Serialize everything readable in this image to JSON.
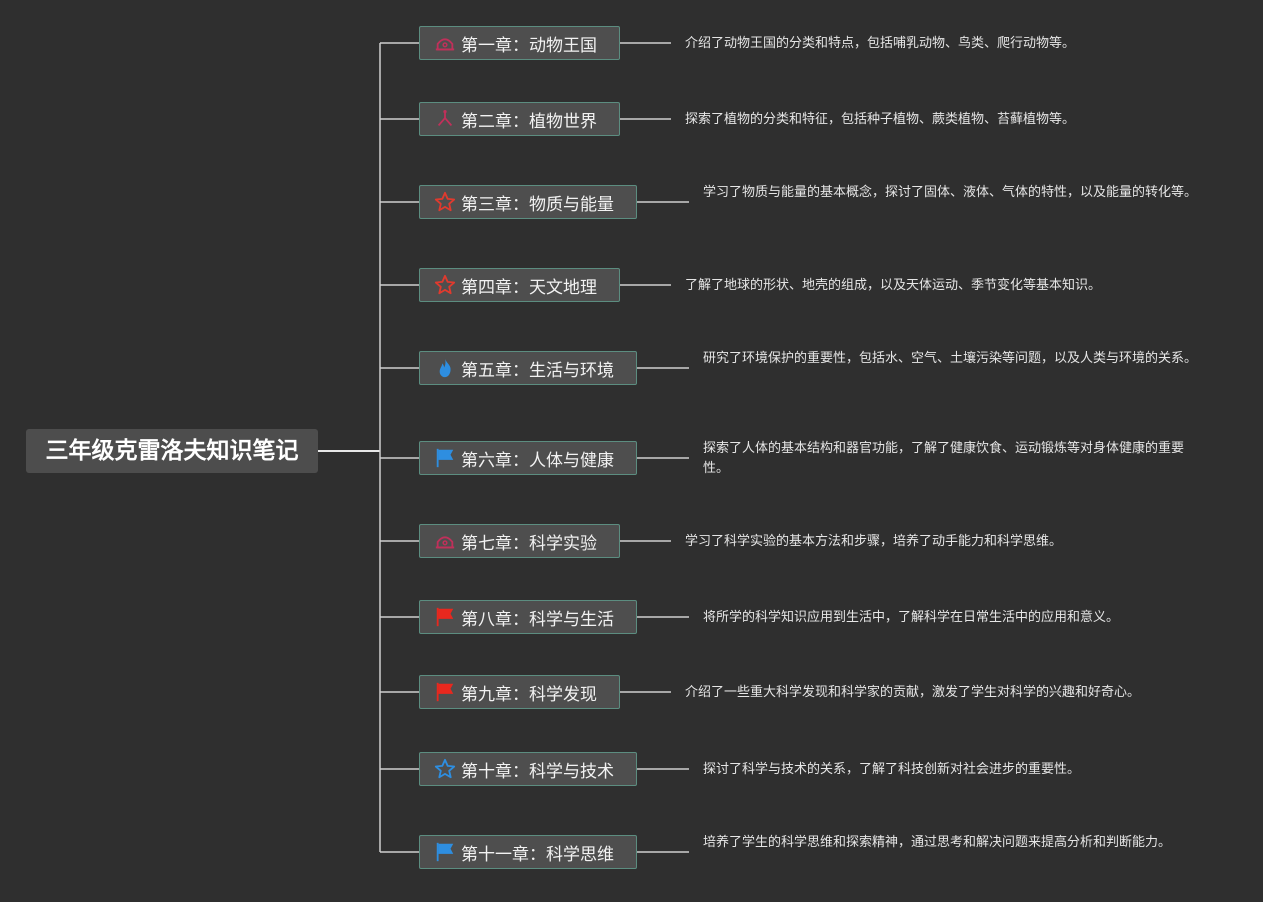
{
  "root": {
    "title": "三年级克雷洛夫知识笔记"
  },
  "chapters": [
    {
      "label": "第一章：动物王国",
      "note": "介绍了动物王国的分类和特点，包括哺乳动物、鸟类、爬行动物等。",
      "icon": "bell-icon",
      "icon_color": "#c0305a"
    },
    {
      "label": "第二章：植物世界",
      "note": "探索了植物的分类和特征，包括种子植物、蕨类植物、苔藓植物等。",
      "icon": "branch-icon",
      "icon_color": "#c0305a"
    },
    {
      "label": "第三章：物质与能量",
      "note": "学习了物质与能量的基本概念，探讨了固体、液体、气体的特性，以及能量的转化等。",
      "icon": "star-outline-icon",
      "icon_color": "#e03a2e"
    },
    {
      "label": "第四章：天文地理",
      "note": "了解了地球的形状、地壳的组成，以及天体运动、季节变化等基本知识。",
      "icon": "star-outline-icon",
      "icon_color": "#e03a2e"
    },
    {
      "label": "第五章：生活与环境",
      "note": "研究了环境保护的重要性，包括水、空气、土壤污染等问题，以及人类与环境的关系。",
      "icon": "flame-icon",
      "icon_color": "#2e8ee0"
    },
    {
      "label": "第六章：人体与健康",
      "note": "探索了人体的基本结构和器官功能，了解了健康饮食、运动锻炼等对身体健康的重要性。",
      "icon": "flag-icon",
      "icon_color": "#2e8ee0"
    },
    {
      "label": "第七章：科学实验",
      "note": "学习了科学实验的基本方法和步骤，培养了动手能力和科学思维。",
      "icon": "bell-icon",
      "icon_color": "#c0305a"
    },
    {
      "label": "第八章：科学与生活",
      "note": "将所学的科学知识应用到生活中，了解科学在日常生活中的应用和意义。",
      "icon": "flag-icon",
      "icon_color": "#e8281e"
    },
    {
      "label": "第九章：科学发现",
      "note": "介绍了一些重大科学发现和科学家的贡献，激发了学生对科学的兴趣和好奇心。",
      "icon": "flag-icon",
      "icon_color": "#e8281e"
    },
    {
      "label": "第十章：科学与技术",
      "note": "探讨了科学与技术的关系，了解了科技创新对社会进步的重要性。",
      "icon": "star-outline-icon",
      "icon_color": "#2e8ee0"
    },
    {
      "label": "第十一章：科学思维",
      "note": "培养了学生的科学思维和探索精神，通过思考和解决问题来提高分析和判断能力。",
      "icon": "flag-icon",
      "icon_color": "#2e8ee0"
    }
  ]
}
